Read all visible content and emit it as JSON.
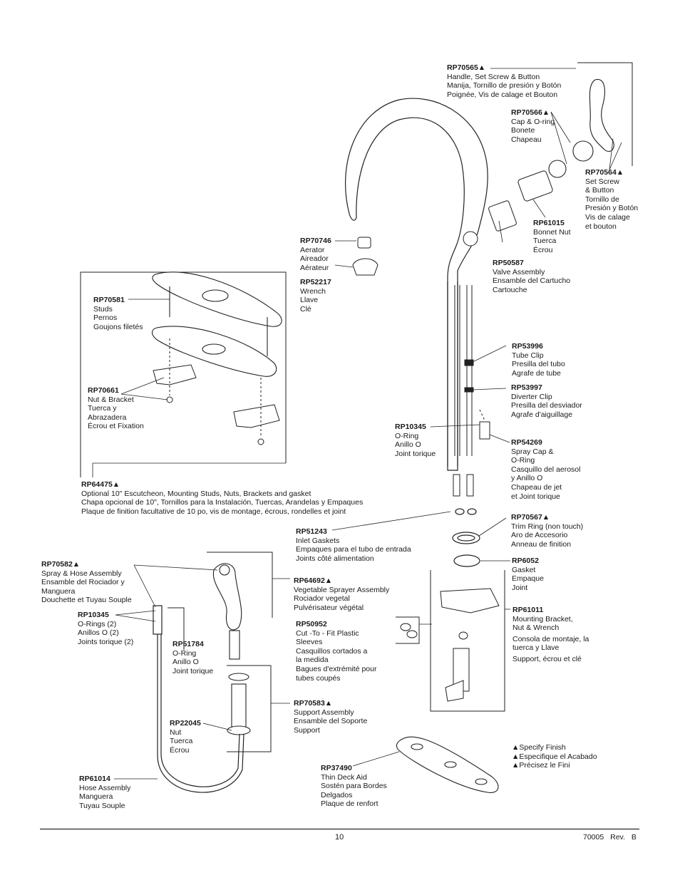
{
  "parts": [
    {
      "code": "RP70565▲",
      "lines": [
        "Handle, Set Screw & Button",
        "Manija, Tornillo de presión y Botón",
        "Poignée, Vis de calage et Bouton"
      ]
    },
    {
      "code": "RP70566▲",
      "lines": [
        "Cap & O-ring",
        "Bonete",
        "Chapeau"
      ]
    },
    {
      "code": "RP70564▲",
      "lines": [
        "Set Screw",
        "& Button",
        "Tornillo de",
        "Presión y Botón",
        "Vis de calage",
        " et bouton"
      ]
    },
    {
      "code": "RP61015",
      "lines": [
        "Bonnet Nut",
        "Tuerca",
        "Écrou"
      ]
    },
    {
      "code": "RP50587",
      "lines": [
        "Valve Assembly",
        "Ensamble del Cartucho",
        "Cartouche"
      ]
    },
    {
      "code": "RP70746",
      "lines": [
        "Aerator",
        "Aireador",
        "Aérateur"
      ]
    },
    {
      "code": "RP52217",
      "lines": [
        "Wrench",
        "Llave",
        "Clé"
      ]
    },
    {
      "code": "RP70581",
      "lines": [
        "Studs",
        "Pernos",
        "Goujons filetés"
      ]
    },
    {
      "code": "RP70661",
      "lines": [
        "Nut & Bracket",
        "Tuerca y",
        "Abrazadera",
        "Écrou et Fixation"
      ]
    },
    {
      "code": "RP53996",
      "lines": [
        "Tube Clip",
        "Presilla del tubo",
        "Agrafe de tube"
      ]
    },
    {
      "code": "RP53997",
      "lines": [
        "Diverter Clip",
        "Presilla del desviador",
        "Agrafe d'aiguillage"
      ]
    },
    {
      "code": "RP10345",
      "lines": [
        "O-Ring",
        "Anillo O",
        "Joint torique"
      ]
    },
    {
      "code": "RP54269",
      "lines": [
        "Spray Cap &",
        "O-Ring",
        "Casquillo del aerosol",
        "y Anillo O",
        "Chapeau de jet",
        "et Joint torique"
      ]
    },
    {
      "code": "RP64475▲",
      "lines": [
        "Optional 10\" Escutcheon, Mounting Studs, Nuts, Brackets and gasket",
        "Chapa opcional de 10\", Tornillos para la Instalación, Tuercas, Arandelas y Empaques",
        "Plaque de finition facultative de 10 po, vis de montage, écrous, rondelles et joint"
      ]
    },
    {
      "code": "RP70567▲",
      "lines": [
        "Trim Ring (non touch)",
        "Aro de Accesorio",
        "Anneau de finition"
      ]
    },
    {
      "code": "RP51243",
      "lines": [
        "Inlet Gaskets",
        "Empaques para el tubo de entrada",
        "Joints côté alimentation"
      ]
    },
    {
      "code": "RP6052",
      "lines": [
        "Gasket",
        "Empaque",
        "Joint"
      ]
    },
    {
      "code": "RP70582▲",
      "lines": [
        "Spray & Hose Assembly",
        "Ensamble del Rociador y",
        "Manguera",
        "Douchette et Tuyau Souple"
      ]
    },
    {
      "code": "RP64692▲",
      "lines": [
        "Vegetable Sprayer Assembly",
        "Rociador vegetal",
        "Pulvérisateur végétal"
      ]
    },
    {
      "code": "RP10345",
      "lines": [
        "O-Rings (2)",
        "Anillos O (2)",
        "Joints torique (2)"
      ]
    },
    {
      "code": "RP61011",
      "lines": [
        "Mounting Bracket,",
        "Nut & Wrench",
        "Consola de montaje, la",
        "tuerca y Llave",
        "Support, écrou et clé"
      ]
    },
    {
      "code": "RP50952",
      "lines": [
        "Cut -To - Fit Plastic",
        "Sleeves",
        "Casquillos cortados a",
        "la medida",
        "Bagues d'extrémité pour",
        "tubes coupés"
      ]
    },
    {
      "code": "RP51784",
      "lines": [
        "O-Ring",
        "Anillo O",
        "Joint torique"
      ]
    },
    {
      "code": "RP70583▲",
      "lines": [
        "Support Assembly",
        "Ensamble del Soporte",
        "Support"
      ]
    },
    {
      "code": "RP22045",
      "lines": [
        "Nut",
        "Tuerca",
        "Écrou"
      ]
    },
    {
      "code": "RP37490",
      "lines": [
        "Thin Deck Aid",
        "Sostén para Bordes",
        "Delgados",
        "Plaque de renfort"
      ]
    },
    {
      "code": "RP61014",
      "lines": [
        "Hose Assembly",
        "Manguera",
        "Tuyau Souple"
      ]
    }
  ],
  "finish_note": [
    "▲Specify Finish",
    "▲Especifique el Acabado",
    "▲Précisez le Fini"
  ],
  "footer": {
    "page": "10",
    "doc": "70005",
    "rev": "Rev. B"
  }
}
